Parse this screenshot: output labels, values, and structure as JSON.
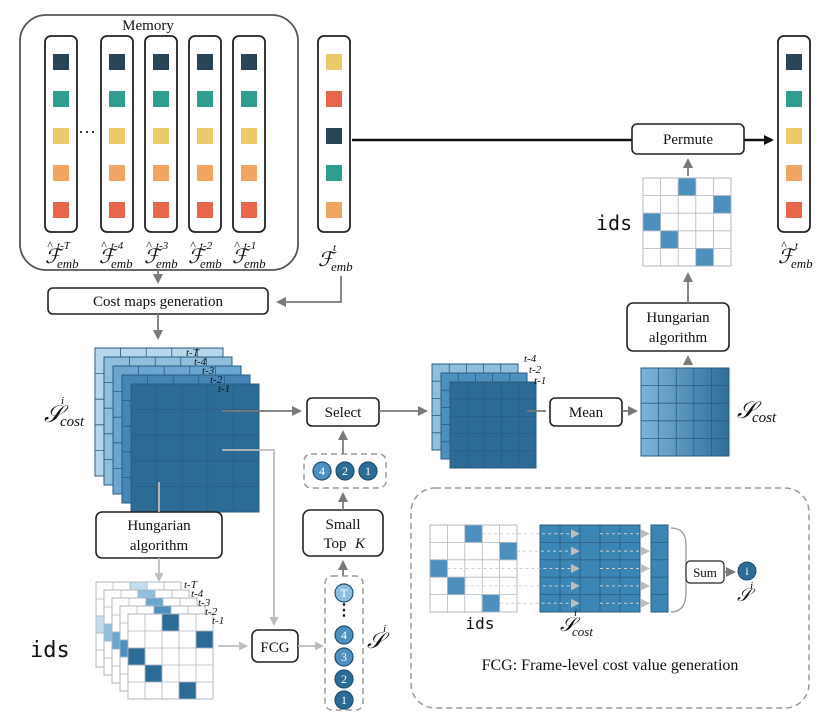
{
  "labels": {
    "memory": "Memory",
    "cost_maps_generation": "Cost maps generation",
    "permute": "Permute",
    "hungarian_1": "Hungarian",
    "hungarian_2": "algorithm",
    "select": "Select",
    "mean": "Mean",
    "small": "Small",
    "topk": "Top",
    "topk_k": "K",
    "fcg": "FCG",
    "sum": "Sum",
    "ids": "ids",
    "s_cost": "𝒮",
    "s_cost_sub": "cost",
    "s_cost_sup": "i",
    "s_i": "𝒮",
    "s_i_sup": "i",
    "f_emb": "ℱ",
    "emb": "emb",
    "legend_caption": "FCG:  Frame-level cost value generation"
  },
  "memory_columns": {
    "superscripts": [
      "t-T",
      "t-4",
      "t-3",
      "t-2",
      "t-1"
    ],
    "ellipsis": "···"
  },
  "current_column": {
    "superscript": "t"
  },
  "output_column": {
    "superscript": "t"
  },
  "stack_labels_5": [
    "t-T",
    "t-4",
    "t-3",
    "t-2",
    "t-1"
  ],
  "stack_labels_3": [
    "t-4",
    "t-2",
    "t-1"
  ],
  "topk_values": [
    "4",
    "2",
    "1"
  ],
  "s_i_values": [
    "T",
    "⋮",
    "4",
    "3",
    "2",
    "1"
  ],
  "sum_output": "i",
  "colors": {
    "navy": "#2a4556",
    "teal": "#2f9e8f",
    "yellow": "#ecc96a",
    "orange": "#f2a463",
    "red": "#e8674c",
    "blue_dark": "#2c6b96",
    "blue_mid": "#4d8fbd",
    "blue_light": "#8fbfdd",
    "blue_pale": "#c3dcee"
  }
}
